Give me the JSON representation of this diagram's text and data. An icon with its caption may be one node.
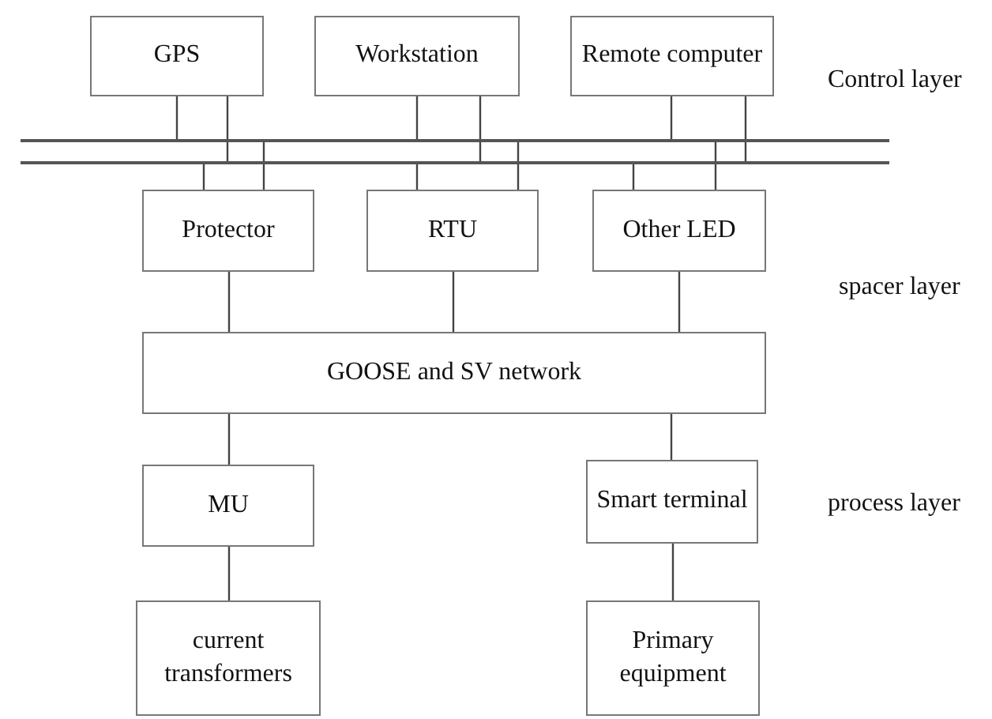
{
  "diagram": {
    "nodes": [
      {
        "text": [
          "GPS"
        ]
      },
      {
        "text": [
          "Workstation"
        ]
      },
      {
        "text": [
          "Remote computer"
        ]
      },
      {
        "text": [],
        "shape": "bar"
      },
      {
        "text": [],
        "shape": "bar"
      },
      {
        "text": [
          "Protector"
        ]
      },
      {
        "text": [
          "RTU"
        ]
      },
      {
        "text": [
          "Other LED"
        ]
      },
      {
        "text": [
          "GOOSE and SV network"
        ]
      },
      {
        "text": [
          "MU"
        ]
      },
      {
        "text": [
          "Smart terminal"
        ]
      },
      {
        "text": [
          "current transformers"
        ]
      },
      {
        "text": [
          "Primary equipment"
        ]
      }
    ],
    "edges": [
      {
        "from": 0,
        "to": 3,
        "arrow": "none"
      },
      {
        "from": 0,
        "to": 4,
        "arrow": "none"
      },
      {
        "from": 1,
        "to": 3,
        "arrow": "none"
      },
      {
        "from": 1,
        "to": 4,
        "arrow": "none"
      },
      {
        "from": 2,
        "to": 3,
        "arrow": "none"
      },
      {
        "from": 2,
        "to": 4,
        "arrow": "none"
      },
      {
        "from": 4,
        "to": 5,
        "arrow": "none"
      },
      {
        "from": 3,
        "to": 5,
        "arrow": "none"
      },
      {
        "from": 4,
        "to": 6,
        "arrow": "none"
      },
      {
        "from": 3,
        "to": 6,
        "arrow": "none"
      },
      {
        "from": 4,
        "to": 7,
        "arrow": "none"
      },
      {
        "from": 3,
        "to": 7,
        "arrow": "none"
      },
      {
        "from": 5,
        "to": 8,
        "arrow": "none"
      },
      {
        "from": 6,
        "to": 8,
        "arrow": "none"
      },
      {
        "from": 7,
        "to": 8,
        "arrow": "none"
      },
      {
        "from": 8,
        "to": 9,
        "arrow": "none"
      },
      {
        "from": 8,
        "to": 10,
        "arrow": "none"
      },
      {
        "from": 9,
        "to": 11,
        "arrow": "none"
      },
      {
        "from": 10,
        "to": 12,
        "arrow": "none"
      }
    ],
    "labels": [
      "Control layer",
      "spacer layer",
      "process layer"
    ]
  }
}
